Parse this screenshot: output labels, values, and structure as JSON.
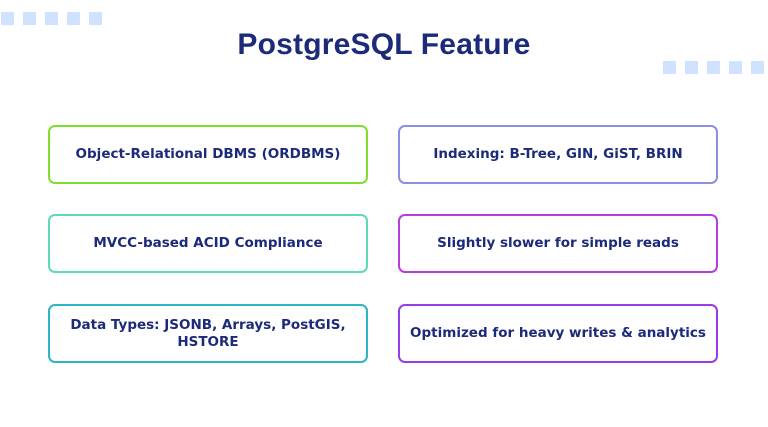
{
  "title": "PostgreSQL Feature",
  "decorations": {
    "square_color": "#cfe2ff",
    "top_left_squares": 5,
    "top_right_squares": 5
  },
  "cards": [
    {
      "text": "Object-Relational DBMS (ORDBMS)",
      "border_color": "#7ee02a"
    },
    {
      "text": "Indexing: B-Tree, GIN, GiST, BRIN",
      "border_color": "#8a8fe0"
    },
    {
      "text": "MVCC-based ACID Compliance",
      "border_color": "#5dd9b8"
    },
    {
      "text": "Slightly slower for simple reads",
      "border_color": "#b53de0"
    },
    {
      "text": "Data Types: JSONB, Arrays, PostGIS, HSTORE",
      "border_color": "#2bb5c8"
    },
    {
      "text": "Optimized for heavy writes & analytics",
      "border_color": "#9a3ae8"
    }
  ],
  "colors": {
    "text": "#1c2a7a",
    "background": "#ffffff"
  }
}
